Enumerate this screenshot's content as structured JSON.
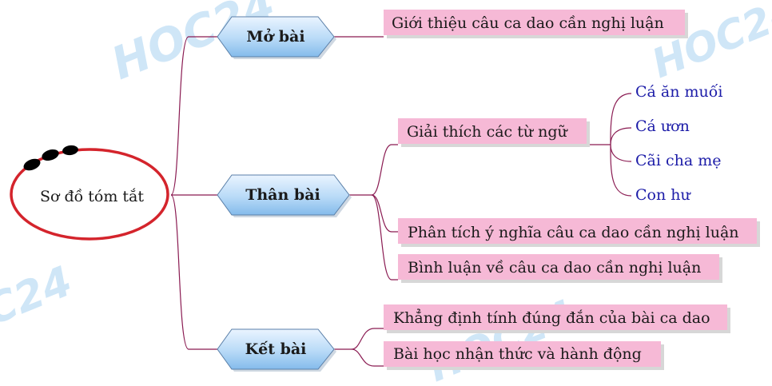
{
  "watermark": "HOC24",
  "root": {
    "label": "Sơ đồ tóm tắt"
  },
  "branches": [
    {
      "label": "Mở bài",
      "items": [
        "Giới thiệu câu ca dao cần nghị luận"
      ]
    },
    {
      "label": "Thân bài",
      "items": [
        "Giải thích các từ ngữ",
        "Phân tích ý nghĩa câu ca dao cần nghị luận",
        "Bình luận về câu ca dao cần nghị luận"
      ]
    },
    {
      "label": "Kết bài",
      "items": [
        "Khẳng định tính đúng đắn của bài ca dao",
        "Bài học nhận thức và hành động"
      ]
    }
  ],
  "terms": [
    "Cá ăn muối",
    "Cá ươn",
    "Cãi cha mẹ",
    "Con hư"
  ],
  "colors": {
    "line": "#8a1b52",
    "hex_fill_top": "#e8f3ff",
    "hex_fill_bottom": "#8cc1ee",
    "box_fill": "#f6b9d6",
    "box_shadow": "#d7d7d7",
    "oval_stroke": "#d4242c",
    "leaf_text": "#1c1ca8"
  }
}
